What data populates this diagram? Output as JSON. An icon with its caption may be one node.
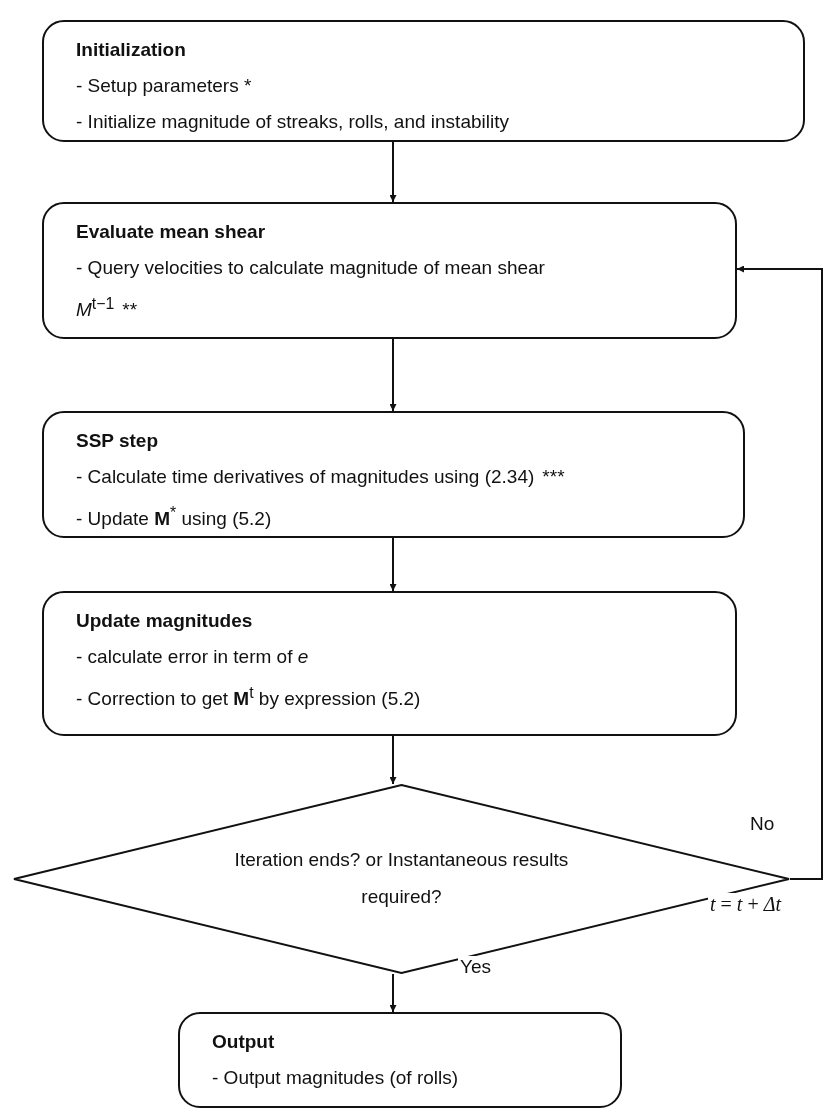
{
  "diagram": {
    "nodes": [
      {
        "text": [
          "Initialization",
          "- Setup parameters *",
          "- Initialize magnitude of streaks, rolls, and instability"
        ]
      },
      {
        "text": [
          "Evaluate mean shear",
          "- Query velocities to calculate magnitude of mean shear",
          "*M*$^{t−1}$",
          "**"
        ]
      },
      {
        "text": [
          "SSP step",
          "- Calculate time derivatives of magnitudes using (2.34)",
          "***",
          "- Update **M**$^{*}$ using (5.2)"
        ]
      },
      {
        "text": [
          "Update magnitudes",
          "- calculate error in term of *e*",
          "- Correction to get **M**$^{t}$ by expression (5.2)"
        ]
      },
      {
        "text": [
          "Iteration ends? or Instantaneous results required?"
        ]
      },
      {
        "text": [
          "Output",
          "- Output magnitudes (of rolls)"
        ]
      }
    ],
    "edges": [
      {
        "from": 0,
        "to": 1,
        "arrow": "to"
      },
      {
        "from": 1,
        "to": 2,
        "arrow": "to"
      },
      {
        "from": 2,
        "to": 3,
        "arrow": "to"
      },
      {
        "from": 3,
        "to": 4,
        "arrow": "to"
      },
      {
        "from": 4,
        "to": 5,
        "arrow": "to",
        "label": "Yes"
      },
      {
        "from": 4,
        "to": 1,
        "arrow": "to",
        "label": "No"
      }
    ],
    "labels": [
      "*t* = *t* + *Δt*"
    ]
  }
}
